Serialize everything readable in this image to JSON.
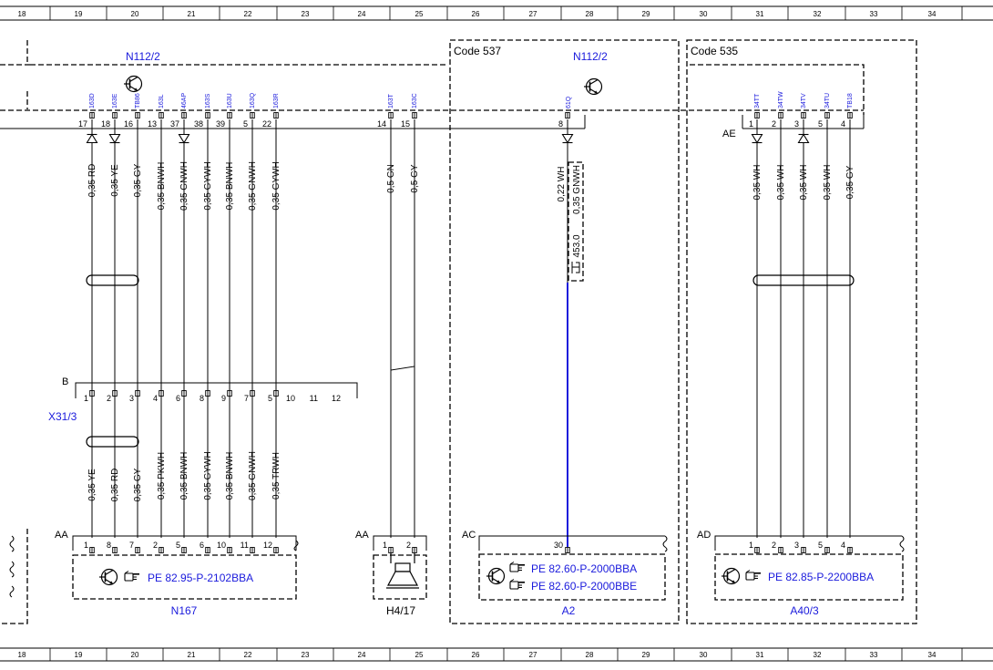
{
  "ruler": {
    "columns": [
      "18",
      "19",
      "20",
      "21",
      "22",
      "23",
      "24",
      "25",
      "26",
      "27",
      "28",
      "29",
      "30",
      "31",
      "32",
      "33",
      "34"
    ]
  },
  "colors": {
    "ink": "#000000",
    "link": "#1a1adc",
    "active_wire": "#1a1adc"
  },
  "boxes": {
    "code537": "Code 537",
    "code535": "Code 535"
  },
  "modules": {
    "n112_left": "N112/2",
    "n112_right": "N112/2"
  },
  "connector_labels": {
    "ae": "AE",
    "b": "B",
    "aa_n167": "AA",
    "aa_h4": "AA",
    "ac": "AC",
    "ad": "AD"
  },
  "pin_codes": {
    "p1": "163D",
    "p2": "163E",
    "p3": "TB86",
    "p4": "163L",
    "p5": "46AP",
    "p6": "163S",
    "p7": "163U",
    "p8": "163Q",
    "p9": "163R",
    "p10": "163T",
    "p11": "163C",
    "p12": "61Q",
    "p13": "34TT",
    "p14": "34TW",
    "p15": "34TV",
    "p16": "34TU",
    "p17": "TB18"
  },
  "top_pins": {
    "p1": "17",
    "p2": "18",
    "p3": "16",
    "p4": "13",
    "p5": "37",
    "p6": "38",
    "p7": "39",
    "p8": "5",
    "p9": "22",
    "p10": "14",
    "p11": "15",
    "p12": "8",
    "p13": "1",
    "p14": "2",
    "p15": "3",
    "p16": "5",
    "p17": "4"
  },
  "upper_wires": {
    "w1": "0,35 RD",
    "w2": "0,35 YE",
    "w3": "0,35 GY",
    "w4": "0,35 BNWH",
    "w5": "0,35 GNWH",
    "w6": "0,35 GYWH",
    "w7": "0,35 BNWH",
    "w8": "0,35 GNWH",
    "w9": "0,35 GYWH",
    "w10": "0,5 GN",
    "w11": "0,5 GY",
    "w12a": "0,22 WH",
    "w12b": "0,35 GNWH",
    "w13": "0,35 WH",
    "w14": "0,35 WH",
    "w15": "0,35 WH",
    "w16": "0,35 WH",
    "w17": "0,35 GY"
  },
  "splice": "453.0",
  "x31": {
    "label": "X31/3",
    "pins": [
      "1",
      "2",
      "3",
      "4",
      "6",
      "8",
      "9",
      "7",
      "5",
      "10",
      "11",
      "12"
    ]
  },
  "lower_wires": {
    "w1": "0,35 YE",
    "w2": "0,35 RD",
    "w3": "0,35 GY",
    "w4": "0,35 PKWH",
    "w5": "0,35 BNWH",
    "w6": "0,35 GYWH",
    "w7": "0,35 BNWH",
    "w8": "0,35 GNWH",
    "w9": "0,35 TRWH"
  },
  "bottom_pins": {
    "n167": [
      "1",
      "8",
      "7",
      "2",
      "5",
      "6",
      "10",
      "11",
      "12"
    ],
    "h4": [
      "1",
      "2"
    ],
    "a2": "30",
    "a40": [
      "1",
      "2",
      "3",
      "5",
      "4"
    ]
  },
  "components": {
    "n167": {
      "name": "N167",
      "ref": "PE 82.95-P-2102BBA"
    },
    "h4": {
      "name": "H4/17"
    },
    "a2": {
      "name": "A2",
      "ref1": "PE 82.60-P-2000BBA",
      "ref2": "PE 82.60-P-2000BBE"
    },
    "a40": {
      "name": "A40/3",
      "ref": "PE 82.85-P-2200BBA"
    }
  },
  "icons": [
    "transistor-icon",
    "pointing-hand-icon",
    "speaker-icon",
    "ground-arrow-icon"
  ]
}
